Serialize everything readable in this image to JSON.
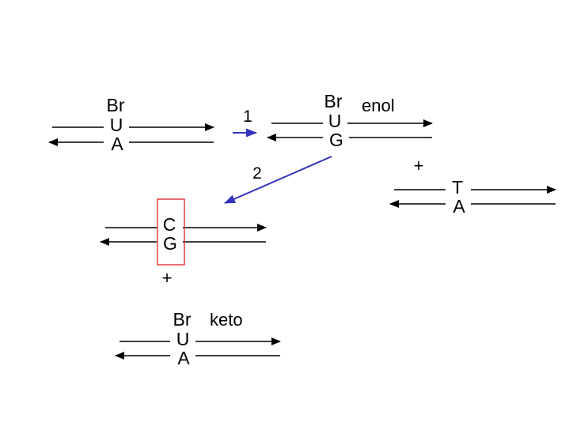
{
  "colors": {
    "strand": "#000000",
    "reaction_arrow": "#3333bb",
    "highlight_box": "#dd2222",
    "background": "#ffffff"
  },
  "panel_start": {
    "modifier": "Br",
    "top_base": "U",
    "bottom_base": "A"
  },
  "step1": {
    "label": "1"
  },
  "panel_enol": {
    "modifier": "Br",
    "tautomer": "enol",
    "top_base": "U",
    "bottom_base": "G"
  },
  "plus_right": "+",
  "panel_ta": {
    "top_base": "T",
    "bottom_base": "A"
  },
  "step2": {
    "label": "2"
  },
  "panel_cg": {
    "top_base": "C",
    "bottom_base": "G"
  },
  "plus_left": "+",
  "panel_keto": {
    "modifier": "Br",
    "tautomer": "keto",
    "top_base": "U",
    "bottom_base": "A"
  }
}
